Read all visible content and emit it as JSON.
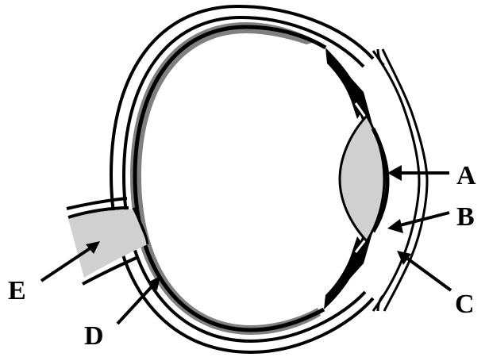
{
  "diagram": {
    "labels": {
      "a": "A",
      "b": "B",
      "c": "C",
      "d": "D",
      "e": "E"
    },
    "colors": {
      "outline": "#000000",
      "choroid": "#808080",
      "lens": "#d0d0d0",
      "optic_nerve": "#d0d0d0",
      "background": "#ffffff"
    }
  }
}
